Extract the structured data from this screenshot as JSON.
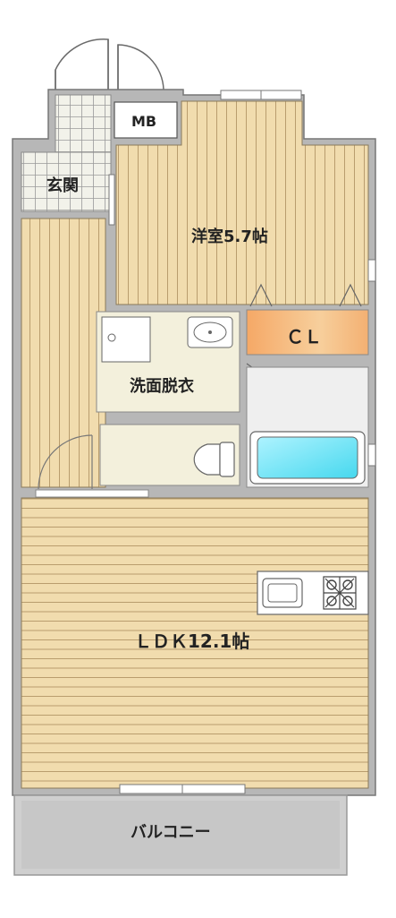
{
  "rooms": {
    "mb": "MB",
    "genkan": "玄関",
    "youshitsu": "洋室5.7帖",
    "cl": "ＣＬ",
    "senmen": "洗面脱衣",
    "ldk": "ＬＤＫ12.1帖",
    "balcony": "バルコニー"
  },
  "colors": {
    "floor": "#f1dcae",
    "floor_line": "#b99d6e",
    "wall": "#8f8f8f",
    "wall_fill": "#b7b7b7",
    "tile": "#f2f2ea",
    "wet_area": "#f3f0dc",
    "closet": "#f3b779",
    "bath": "#66dff2",
    "balcony": "#cfcfcf"
  }
}
